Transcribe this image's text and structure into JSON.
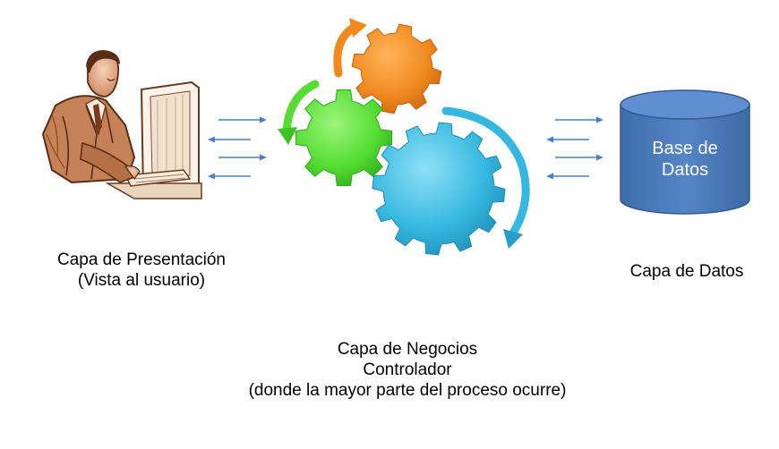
{
  "presentation_layer": {
    "line1": "Capa de Presentación",
    "line2": "(Vista al usuario)"
  },
  "business_layer": {
    "line1": "Capa de Negocios",
    "line2": "Controlador",
    "line3": "(donde la mayor parte del proceso ocurre)"
  },
  "data_layer": {
    "caption": "Capa de Datos",
    "database_line1": "Base de",
    "database_line2": "Datos"
  },
  "colors": {
    "gear_orange": "#f08a1f",
    "gear_green": "#55dd33",
    "gear_blue": "#35b8e0",
    "database_fill": "#4f7fbf",
    "arrow_blue": "#4a7fc8",
    "person_brown": "#8a4a26"
  }
}
